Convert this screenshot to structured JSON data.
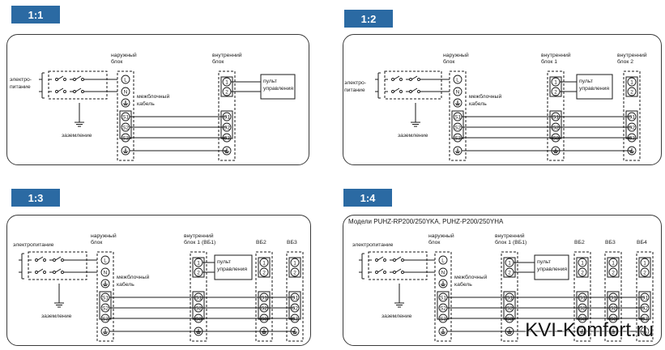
{
  "watermark": "KVI-Komfort.ru",
  "panels": [
    {
      "ratio": "1:1",
      "power_label": [
        "электро-",
        "питание"
      ],
      "outdoor_label": [
        "наружный",
        "блок"
      ],
      "cable_label": [
        "межблочный",
        "кабель"
      ],
      "ground_label": "заземление",
      "terminals": {
        "L": "L",
        "N": "N",
        "S1": "S1",
        "S2": "S2",
        "S3": "S3"
      },
      "remote_label": [
        "пульт",
        "управления"
      ],
      "indoor_units": [
        {
          "label": [
            "внутренний",
            "блок"
          ],
          "remote": true
        }
      ]
    },
    {
      "ratio": "1:2",
      "power_label": [
        "электро-",
        "питание"
      ],
      "outdoor_label": [
        "наружный",
        "блок"
      ],
      "cable_label": [
        "межблочный",
        "кабель"
      ],
      "ground_label": "заземление",
      "terminals": {
        "L": "L",
        "N": "N",
        "S1": "S1",
        "S2": "S2",
        "S3": "S3"
      },
      "remote_label": [
        "пульт",
        "управления"
      ],
      "indoor_units": [
        {
          "label": [
            "внутренний",
            "блок 1"
          ],
          "remote": true
        },
        {
          "label": [
            "внутренний",
            "блок 2"
          ],
          "remote": false
        }
      ]
    },
    {
      "ratio": "1:3",
      "power_label": [
        "электропитание"
      ],
      "outdoor_label": [
        "наружный",
        "блок"
      ],
      "cable_label": [
        "межблочный",
        "кабель"
      ],
      "ground_label": "заземление",
      "terminals": {
        "L": "L",
        "N": "N",
        "S1": "S1",
        "S2": "S2",
        "S3": "S3"
      },
      "remote_label": [
        "пульт",
        "управления"
      ],
      "indoor_units": [
        {
          "label": [
            "внутренний",
            "блок 1 (ВБ1)"
          ],
          "remote": true
        },
        {
          "label": [
            "ВБ2"
          ],
          "remote": false
        },
        {
          "label": [
            "ВБ3"
          ],
          "remote": false
        }
      ]
    },
    {
      "ratio": "1:4",
      "models": "Модели PUHZ-RP200/250YKA, PUHZ-P200/250YHA",
      "power_label": [
        "электропитание"
      ],
      "outdoor_label": [
        "наружный",
        "блок"
      ],
      "cable_label": [
        "межблочный",
        "кабель"
      ],
      "ground_label": "заземление",
      "terminals": {
        "L": "L",
        "N": "N",
        "S1": "S1",
        "S2": "S2",
        "S3": "S3"
      },
      "remote_label": [
        "пульт",
        "управления"
      ],
      "indoor_units": [
        {
          "label": [
            "внутренний",
            "блок 1 (ВБ1)"
          ],
          "remote": true
        },
        {
          "label": [
            "ВБ2"
          ],
          "remote": false
        },
        {
          "label": [
            "ВБ3"
          ],
          "remote": false
        },
        {
          "label": [
            "ВБ4"
          ],
          "remote": false
        }
      ]
    }
  ]
}
